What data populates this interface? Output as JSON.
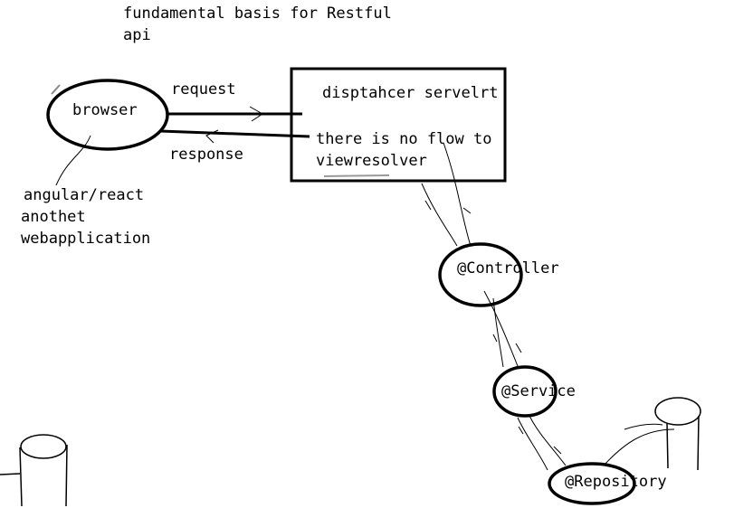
{
  "title_line1": "fundamental basis for Restful",
  "title_line2": "api",
  "browser": "browser",
  "request": "request",
  "response": "response",
  "dispatcher": "disptahcer servelrt",
  "note_line1": "there is no flow to",
  "note_line2": "viewresolver",
  "clients_line1": "angular/react",
  "clients_line2": "anothet",
  "clients_line3": "webapplication",
  "controller": "@Controller",
  "service": "@Service",
  "repository": "@Repository"
}
